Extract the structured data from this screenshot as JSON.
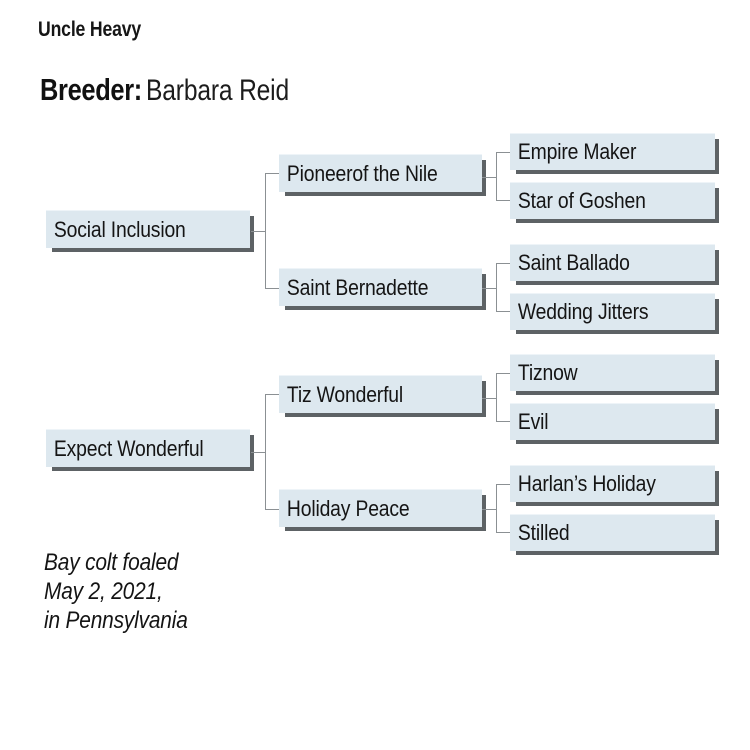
{
  "header": {
    "horse_name": "Uncle Heavy",
    "breeder_label": "Breeder:",
    "breeder_name": "Barbara Reid"
  },
  "pedigree": {
    "sire_side": {
      "parent": "Social Inclusion",
      "grandparents": [
        {
          "name": "Pioneerof the Nile",
          "great_grandparents": [
            "Empire Maker",
            "Star of Goshen"
          ]
        },
        {
          "name": "Saint Bernadette",
          "great_grandparents": [
            "Saint Ballado",
            "Wedding Jitters"
          ]
        }
      ]
    },
    "dam_side": {
      "parent": "Expect Wonderful",
      "grandparents": [
        {
          "name": "Tiz Wonderful",
          "great_grandparents": [
            "Tiznow",
            "Evil"
          ]
        },
        {
          "name": "Holiday Peace",
          "great_grandparents": [
            "Harlan’s Holiday",
            "Stilled"
          ]
        }
      ]
    }
  },
  "caption": {
    "line1": "Bay colt foaled",
    "line2": "May 2, 2021,",
    "line3": "in Pennsylvania"
  },
  "colors": {
    "box_fill": "#dde8ef",
    "box_shadow": "#5d6265",
    "connector": "#8b9093",
    "text": "#151515",
    "background": "#ffffff"
  }
}
